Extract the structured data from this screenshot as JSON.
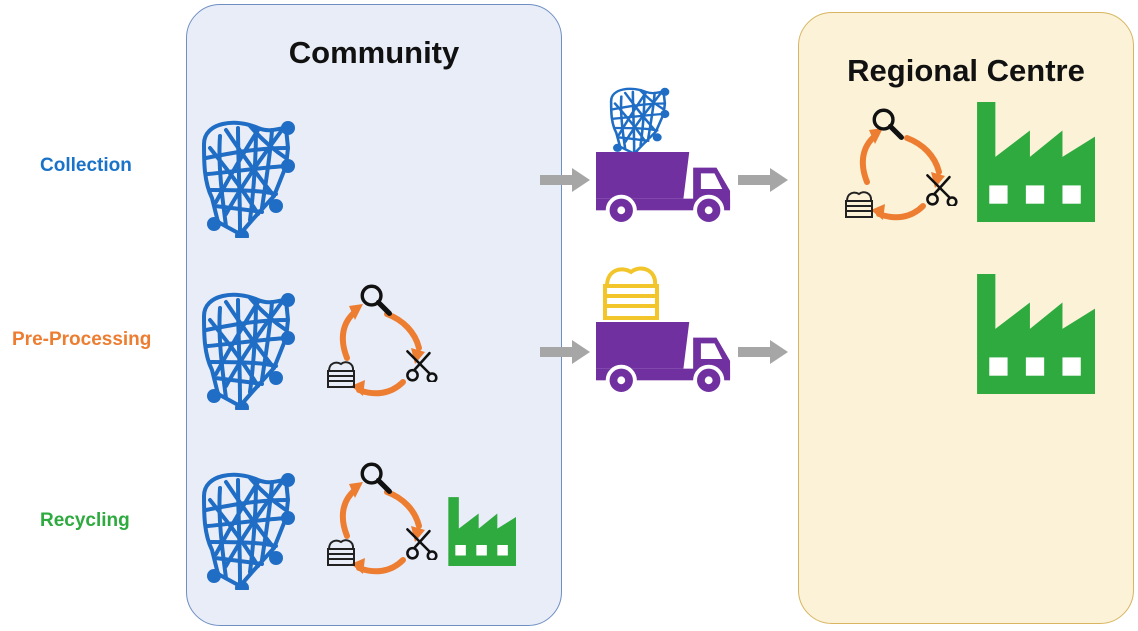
{
  "panels": {
    "community": {
      "title": "Community"
    },
    "regional": {
      "title": "Regional Centre"
    }
  },
  "stages": [
    {
      "label": "Collection",
      "color": "#1a73c8"
    },
    {
      "label": "Pre-Processing",
      "color": "#ed7d31"
    },
    {
      "label": "Recycling",
      "color": "#2eaa3f"
    }
  ],
  "colors": {
    "net": "#1f6dc4",
    "cycle_arrow": "#ed7d31",
    "truck": "#7030a0",
    "factory": "#2eaa3f",
    "bale_on_truck": "#f2c52a",
    "flow_arrow": "#a6a6a6"
  },
  "icons": [
    "fishing-net-icon",
    "magnifier-icon",
    "scissors-icon",
    "bale-icon",
    "factory-icon",
    "dump-truck-icon",
    "arrow-right-icon"
  ]
}
